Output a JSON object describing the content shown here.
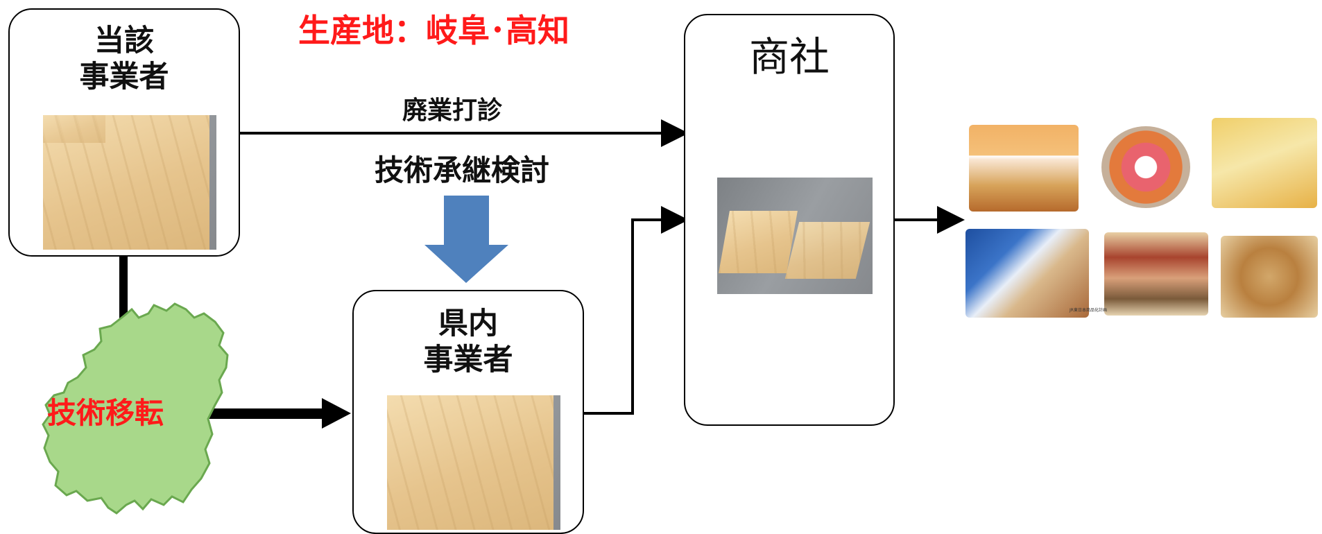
{
  "origin_label": "生産地：岐阜･高知",
  "boxes": {
    "current": {
      "title": "当該\n事業者"
    },
    "local": {
      "title": "県内\n事業者"
    },
    "trading": {
      "title": "商社"
    }
  },
  "arrows": {
    "closure_label": "廃業打診",
    "succession_label": "技術承継検討",
    "transfer_label": "技術移転"
  },
  "food_caption": "JR東日本商品化計画",
  "colors": {
    "accent_red": "#ff1a1a",
    "down_arrow_blue": "#4f81bd",
    "map_green": "#a8d88a",
    "map_outline": "#6aa84f"
  }
}
